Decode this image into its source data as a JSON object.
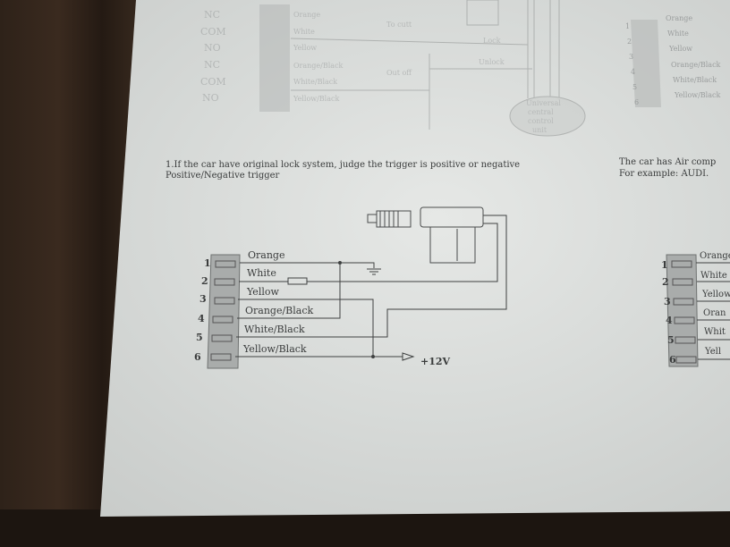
{
  "top_faded_diagram": {
    "relay_labels": [
      "NC",
      "COM",
      "NO",
      "NC",
      "COM",
      "NO"
    ],
    "wire_labels": [
      "Orange",
      "White",
      "Yellow",
      "Orange/Black",
      "White/Black",
      "Yellow/Black"
    ],
    "relay_texts": [
      "To cutt",
      "Out off"
    ],
    "lock_label": "Lock",
    "unlock_label": "Unlock",
    "unit_label": [
      "Universal",
      "central",
      "control",
      "unit"
    ]
  },
  "section1": {
    "heading_line1": "1.If the car have original lock system, judge the trigger is positive or negative",
    "heading_line2": "Positive/Negative  trigger"
  },
  "main_diagram": {
    "pins": [
      "1",
      "2",
      "3",
      "4",
      "5",
      "6"
    ],
    "wires": [
      "Orange",
      "White",
      "Yellow",
      "Orange/Black",
      "White/Black",
      "Yellow/Black"
    ],
    "supply_label": "+12V"
  },
  "right_column": {
    "top_pins": [
      "1",
      "2",
      "3",
      "4",
      "5",
      "6"
    ],
    "top_wires": [
      "Orange",
      "White",
      "Yellow",
      "Orange/Black",
      "White/Black",
      "Yellow/Black"
    ],
    "text_line1": "The car has Air comp",
    "text_line2": "For example: AUDI.",
    "bottom_pins": [
      "1",
      "2",
      "3",
      "4",
      "5",
      "6"
    ],
    "bottom_wires": [
      "Orange",
      "White",
      "Yellow",
      "Oran",
      "Whit",
      "Yell"
    ]
  }
}
